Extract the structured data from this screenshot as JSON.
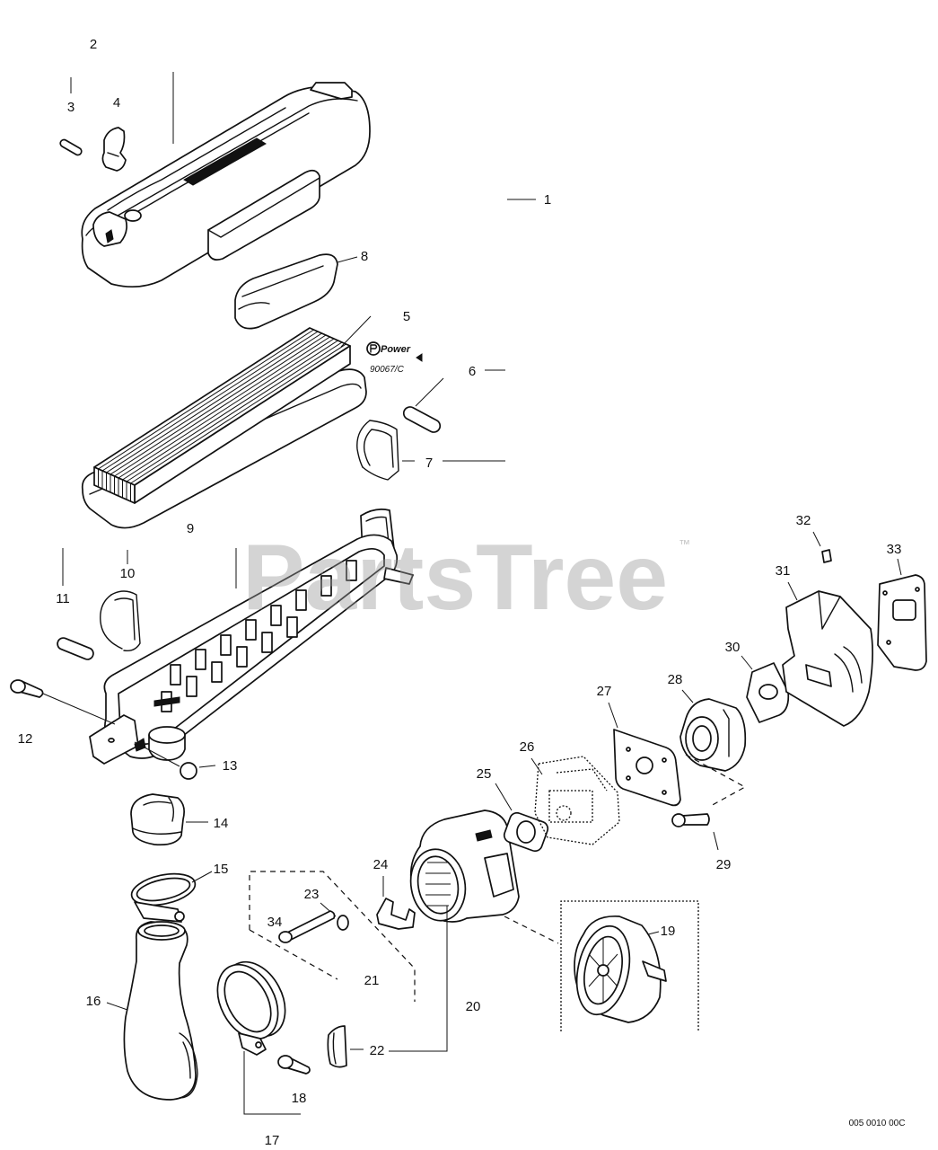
{
  "diagram": {
    "watermark": {
      "brand": "PartsTree",
      "tm": "™"
    },
    "logo": {
      "text": "Power"
    },
    "stamp": "90067/C",
    "drawing_code": "005 0010 00C",
    "callouts": {
      "p1": "1",
      "p2": "2",
      "p3": "3",
      "p4": "4",
      "p5": "5",
      "p6": "6",
      "p7": "7",
      "p8": "8",
      "p9": "9",
      "p10": "10",
      "p11": "11",
      "p12": "12",
      "p13": "13",
      "p14": "14",
      "p15": "15",
      "p16": "16",
      "p17": "17",
      "p18": "18",
      "p19": "19",
      "p20": "20",
      "p21": "21",
      "p22": "22",
      "p23": "23",
      "p24": "24",
      "p25": "25",
      "p26": "26",
      "p27": "27",
      "p28": "28",
      "p29": "29",
      "p30": "30",
      "p31": "31",
      "p32": "32",
      "p33": "33",
      "p34": "34"
    }
  }
}
